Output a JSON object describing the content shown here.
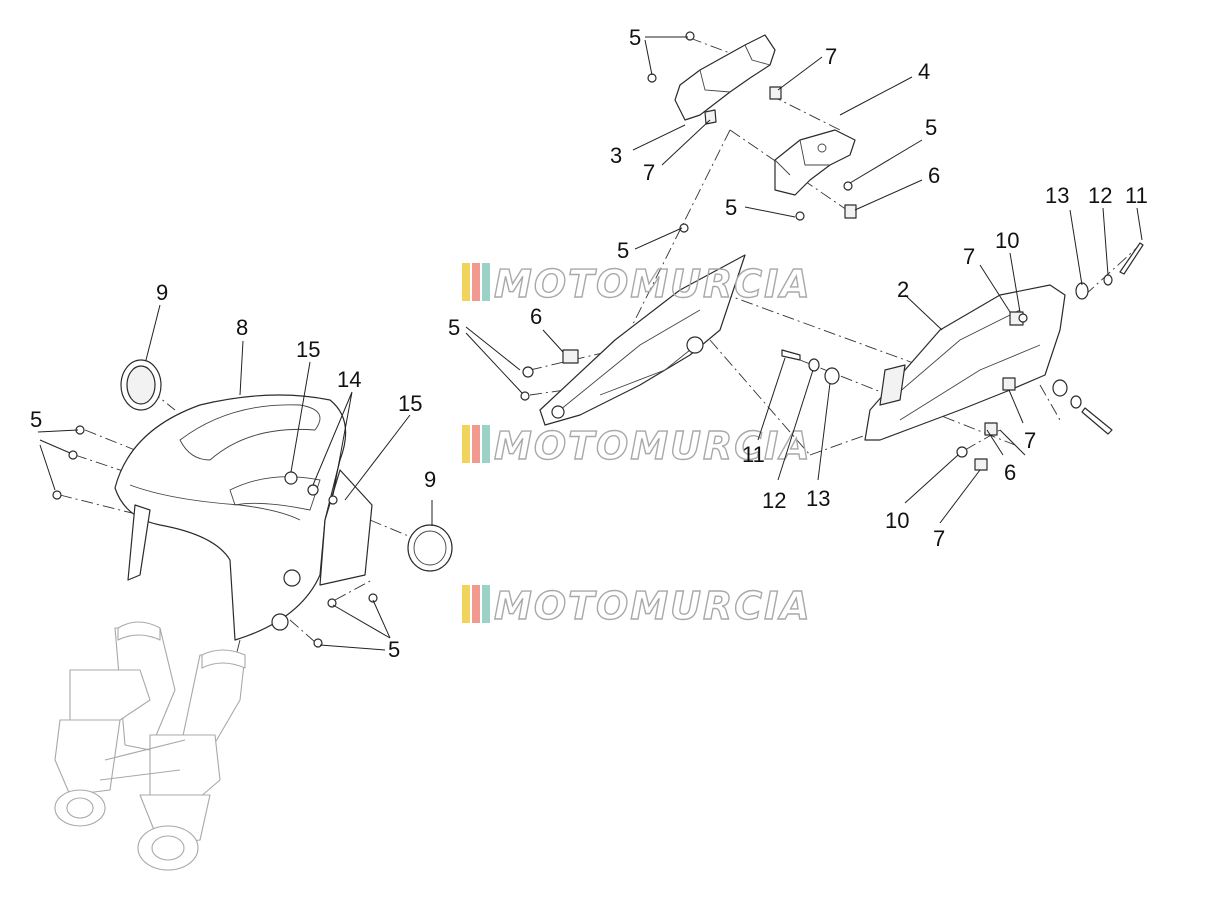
{
  "watermark": {
    "text": "MOTOMURCIA",
    "stripe_colors": [
      "#f2d35b",
      "#f29a8f",
      "#9bd1c7"
    ]
  },
  "callouts": {
    "c5a": "5",
    "c7a": "7",
    "c4": "4",
    "c3": "3",
    "c7b": "7",
    "c5b": "5",
    "c6a": "6",
    "c5c": "5",
    "c5d": "5",
    "c13a": "13",
    "c12a": "12",
    "c11a": "11",
    "c7c": "7",
    "c10a": "10",
    "c2": "2",
    "c9a": "9",
    "c8": "8",
    "c15a": "15",
    "c14": "14",
    "c15b": "15",
    "c5e": "5",
    "c6b": "6",
    "c5f": "5",
    "c11b": "11",
    "c12b": "12",
    "c13b": "13",
    "c7d": "7",
    "c6c": "6",
    "c10b": "10",
    "c7e": "7",
    "c9b": "9",
    "c5g": "5"
  }
}
